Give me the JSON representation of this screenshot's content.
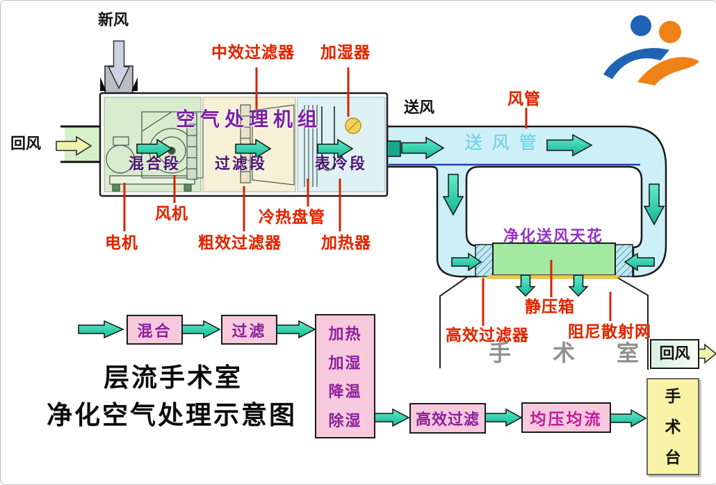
{
  "labels": {
    "fresh_air": "新风",
    "return_air": "回风",
    "supply_air": "送风",
    "ahu_title": "空气处理机组",
    "duct_text": "送风管",
    "ceiling": "净化送风天花",
    "operating_room": "手 术 室",
    "return_air_outlet": "回风",
    "sections": {
      "mixing": "混合段",
      "filtering": "过滤段",
      "cooling": "表冷段"
    },
    "callouts": {
      "medium_filter": "中效过滤器",
      "humidifier": "加湿器",
      "motor": "电机",
      "fan": "风机",
      "coarse_filter": "粗效过滤器",
      "coil": "冷热盘管",
      "heater": "加热器",
      "duct": "风管",
      "hepa_filter": "高效过滤器",
      "plenum": "静压箱",
      "damping_net": "阻尼散射网"
    }
  },
  "flowchart": {
    "mixing": "混合",
    "filtering": "过滤",
    "process": [
      "加热",
      "加湿",
      "降温",
      "除湿"
    ],
    "hepa": "高效过滤",
    "equalize": "均压均流",
    "table": "手术台"
  },
  "title": {
    "line1": "层流手术室",
    "line2": "净化空气处理示意图"
  },
  "colors": {
    "arrow_teal": "#2bd1ad",
    "arrow_yellow": "#eff2ad",
    "duct_fill": "#cdeff7",
    "plenum_green": "#a4e9a2",
    "hepa_hatch_blue": "#bfe9f3",
    "strip_yellow": "#f2c63e",
    "callout_red": "#e02500",
    "box_pink": "#f7c9dc",
    "table_yellow": "#f8f3a6",
    "title_purple": "#7b1fa2",
    "logo_blue": "#1f64b4",
    "logo_orange": "#ef8216"
  }
}
